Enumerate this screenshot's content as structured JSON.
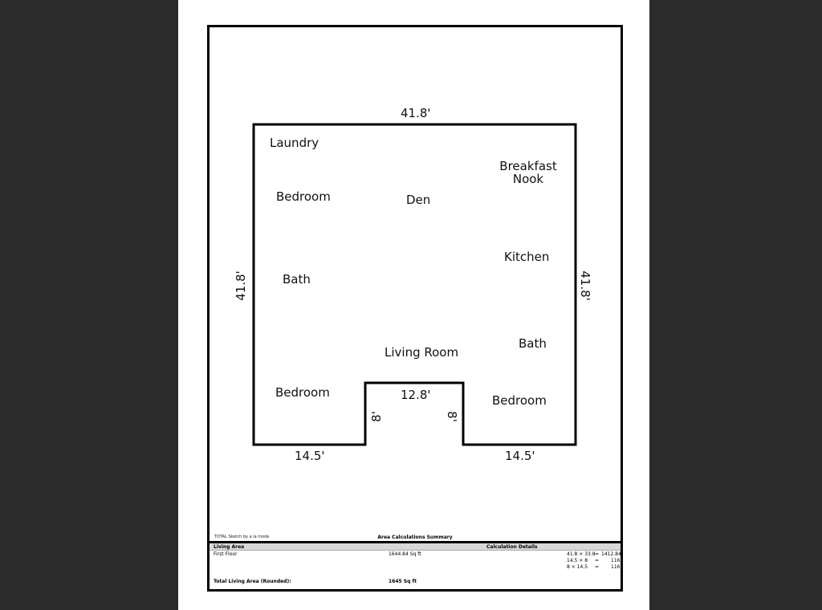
{
  "plan": {
    "dimensions": {
      "top": "41.8'",
      "left": "41.8'",
      "right": "41.8'",
      "notch_top": "12.8'",
      "notch_left": "8'",
      "notch_right": "8'",
      "bottom_left": "14.5'",
      "bottom_right": "14.5'"
    },
    "rooms": {
      "laundry": "Laundry",
      "bedroom_top_left": "Bedroom",
      "den": "Den",
      "breakfast_nook_line1": "Breakfast",
      "breakfast_nook_line2": "Nook",
      "bath_left": "Bath",
      "kitchen": "Kitchen",
      "bath_right": "Bath",
      "living_room": "Living Room",
      "bedroom_bottom_left": "Bedroom",
      "bedroom_bottom_right": "Bedroom"
    }
  },
  "footer": {
    "caption": "TOTAL Sketch by a la mode",
    "summary_title": "Area Calculations Summary"
  },
  "summary": {
    "col_living_area": "Living Area",
    "col_calc_details": "Calculation Details",
    "floor_label": "First Floor",
    "floor_area": "1644.84 Sq ft",
    "calculations": [
      {
        "expr": "41.8 × 33.8",
        "eq": "=",
        "result": "1412.84"
      },
      {
        "expr": "14.5 × 8",
        "eq": "=",
        "result": "116"
      },
      {
        "expr": "8 × 14.5",
        "eq": "=",
        "result": "116"
      }
    ],
    "total_label": "Total Living Area (Rounded):",
    "total_value": "1645 Sq ft"
  }
}
